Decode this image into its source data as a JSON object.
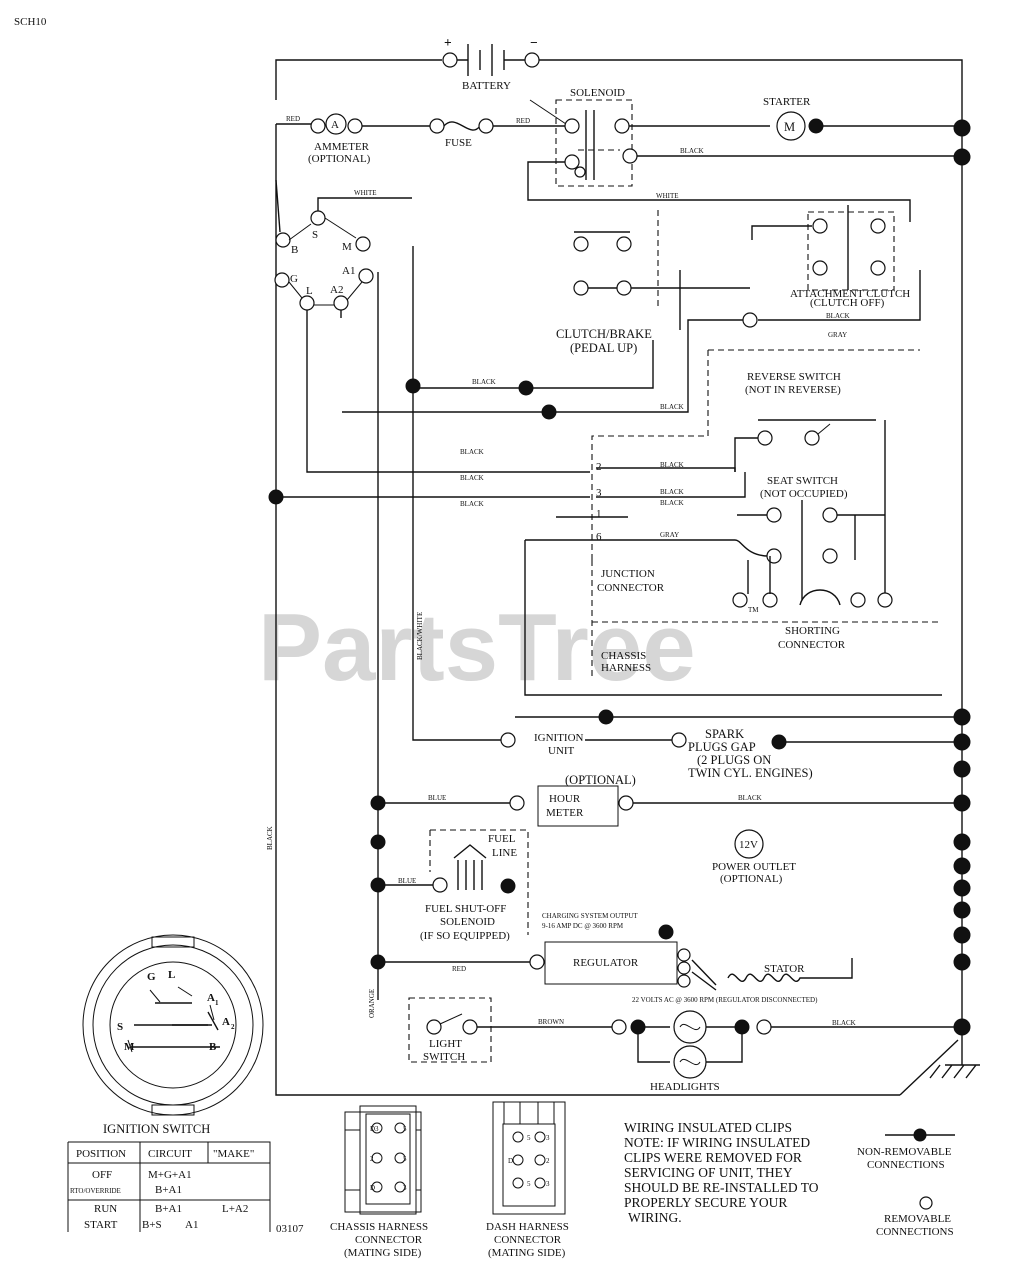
{
  "page_code": "SCH10",
  "drawing_number": "03107",
  "watermark": "PartsTree",
  "watermark_tm": "TM",
  "components": {
    "battery": "BATTERY",
    "battery_plus": "+",
    "battery_minus": "−",
    "solenoid": "SOLENOID",
    "starter": "STARTER",
    "starter_symbol": "M",
    "ammeter_symbol": "A",
    "ammeter_1": "AMMETER",
    "ammeter_2": "(OPTIONAL)",
    "fuse": "FUSE",
    "clutch_brake_1": "CLUTCH/BRAKE",
    "clutch_brake_2": "(PEDAL UP)",
    "attachment_clutch_1": "ATTACHMENT CLUTCH",
    "attachment_clutch_2": "(CLUTCH OFF)",
    "reverse_switch_1": "REVERSE SWITCH",
    "reverse_switch_2": "(NOT IN REVERSE)",
    "seat_switch_1": "SEAT SWITCH",
    "seat_switch_2": "(NOT OCCUPIED)",
    "junction_connector_1": "JUNCTION",
    "junction_connector_2": "CONNECTOR",
    "chassis_harness_1": "CHASSIS",
    "chassis_harness_2": "HARNESS",
    "shorting_connector_1": "SHORTING",
    "shorting_connector_2": "CONNECTOR",
    "ignition_unit_1": "IGNITION",
    "ignition_unit_2": "UNIT",
    "spark_plugs_1": "SPARK",
    "spark_plugs_2": "PLUGS GAP",
    "spark_plugs_3": "(2 PLUGS ON",
    "spark_plugs_4": "TWIN CYL. ENGINES)",
    "hour_meter_opt": "(OPTIONAL)",
    "hour_meter_1": "HOUR",
    "hour_meter_2": "METER",
    "fuel_line_1": "FUEL",
    "fuel_line_2": "LINE",
    "fuel_solenoid_1": "FUEL SHUT-OFF",
    "fuel_solenoid_2": "SOLENOID",
    "fuel_solenoid_3": "(IF SO EQUIPPED)",
    "power_outlet_symbol": "12V",
    "power_outlet_1": "POWER OUTLET",
    "power_outlet_2": "(OPTIONAL)",
    "charging_output_1": "CHARGING SYSTEM OUTPUT",
    "charging_output_2": "9-16 AMP DC @ 3600 RPM",
    "regulator": "REGULATOR",
    "stator": "STATOR",
    "stator_note": "22 VOLTS AC @ 3600 RPM (REGULATOR DISCONNECTED)",
    "light_switch_1": "LIGHT",
    "light_switch_2": "SWITCH",
    "headlights": "HEADLIGHTS"
  },
  "wire_colors": {
    "red": "RED",
    "white": "WHITE",
    "black": "BLACK",
    "gray": "GRAY",
    "blue": "BLUE",
    "brown": "BROWN",
    "orange": "ORANGE",
    "black_white": "BLACK/WHITE"
  },
  "ignition_terminals": {
    "b": "B",
    "s": "S",
    "m": "M",
    "g": "G",
    "l": "L",
    "a1": "A1",
    "a2": "A2"
  },
  "junction_pins": [
    "2",
    "3",
    "1",
    "6"
  ],
  "ignition_switch": {
    "title": "IGNITION SWITCH",
    "dial": {
      "g": "G",
      "l": "L",
      "a1": "A",
      "a1_sub": "1",
      "s": "S",
      "a2": "A",
      "a2_sub": "2",
      "m": "M",
      "b": "B"
    },
    "table_headers": [
      "POSITION",
      "CIRCUIT",
      "\"MAKE\""
    ],
    "rows": [
      {
        "position": "OFF",
        "circuit": "M+G+A1",
        "make": ""
      },
      {
        "position": "RTO/OVERRIDE",
        "circuit": "B+A1",
        "make": ""
      },
      {
        "position": "RUN",
        "circuit": "B+A1",
        "make": "L+A2"
      },
      {
        "position": "START",
        "circuit": "B+S",
        "make": "A1"
      }
    ]
  },
  "chassis_connector": {
    "pins": [
      "D3",
      "5",
      "2",
      "5",
      "D",
      "3"
    ],
    "label_1": "CHASSIS HARNESS",
    "label_2": "CONNECTOR",
    "label_3": "(MATING SIDE)"
  },
  "dash_connector": {
    "pins": [
      "5",
      "3",
      "D",
      "2",
      "5",
      "3"
    ],
    "label_1": "DASH HARNESS",
    "label_2": "CONNECTOR",
    "label_3": "(MATING SIDE)"
  },
  "notes": [
    "WIRING INSULATED CLIPS",
    "NOTE: IF WIRING INSULATED",
    "CLIPS WERE REMOVED FOR",
    "SERVICING OF UNIT, THEY",
    "SHOULD BE RE-INSTALLED TO",
    "PROPERLY SECURE YOUR",
    "WIRING."
  ],
  "legend": {
    "non_removable_1": "NON-REMOVABLE",
    "non_removable_2": "CONNECTIONS",
    "removable_1": "REMOVABLE",
    "removable_2": "CONNECTIONS"
  }
}
